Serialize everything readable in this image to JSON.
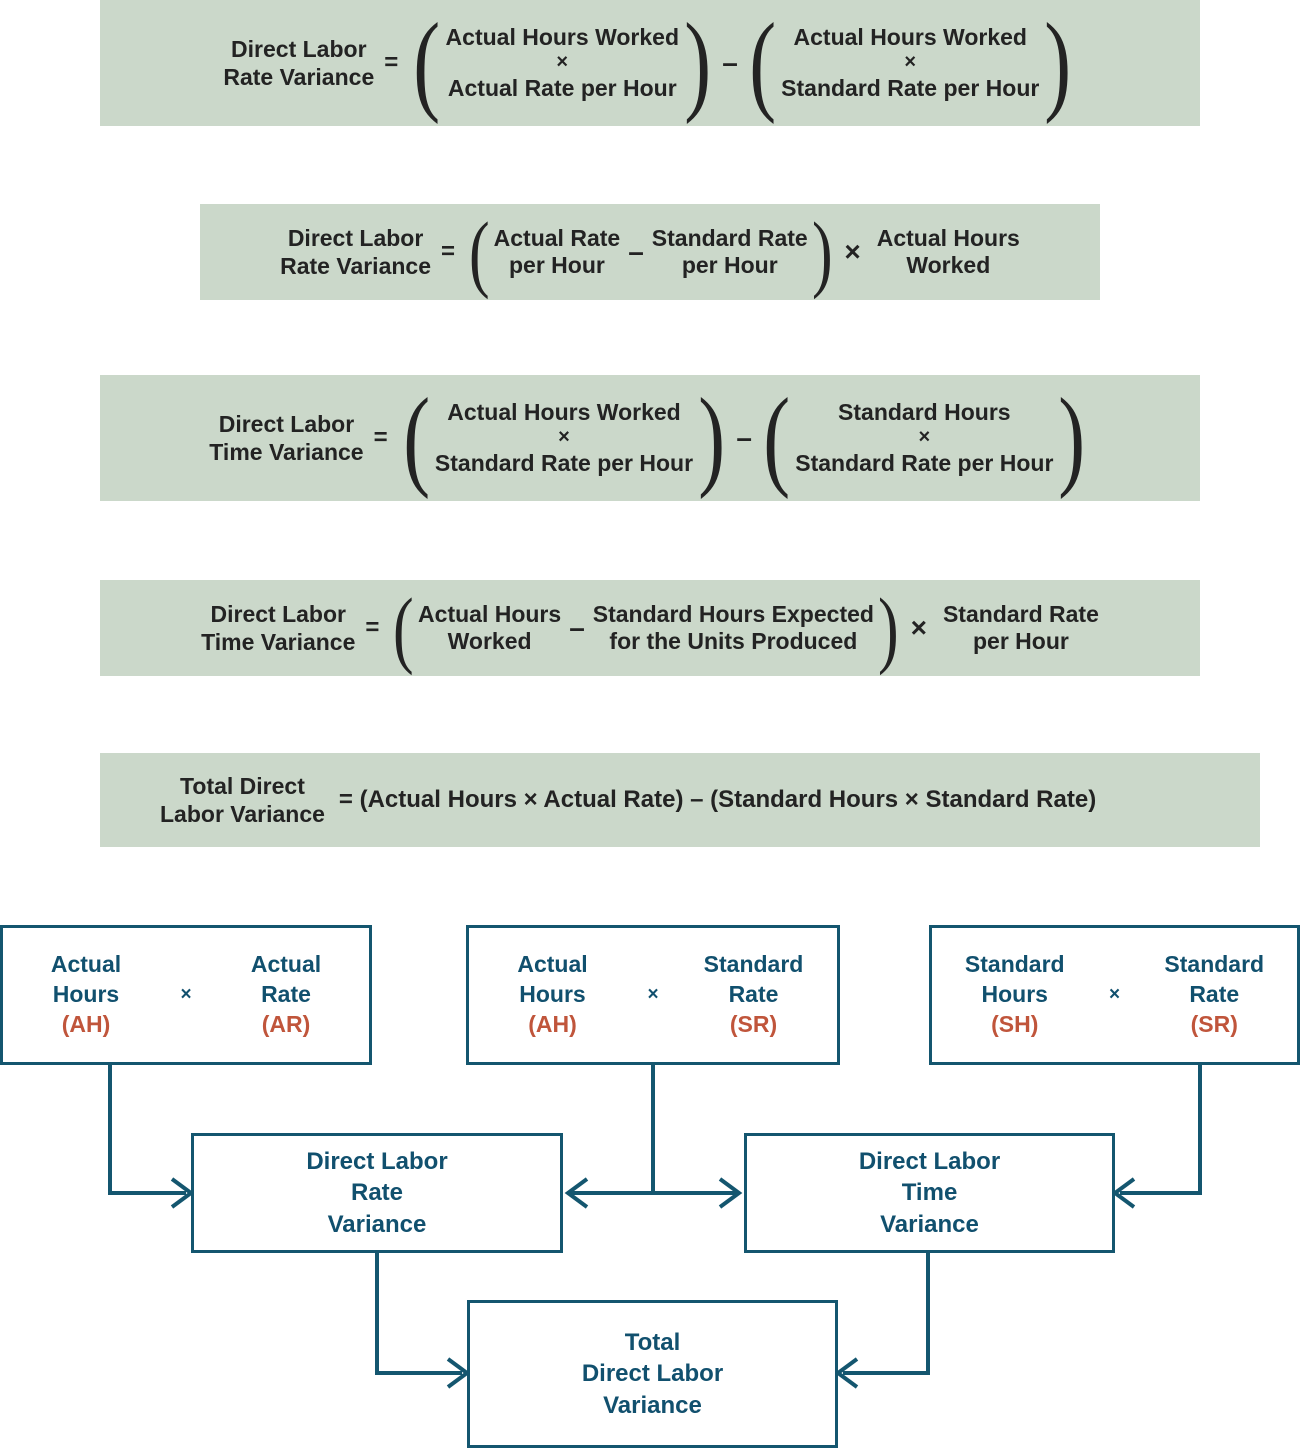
{
  "formulas": [
    {
      "id": "direct-labor-rate-variance-expanded",
      "label": "Direct Labor\nRate Variance",
      "equals": "=",
      "left_group": [
        "Actual Hours Worked",
        "×",
        "Actual Rate per Hour"
      ],
      "operator": "–",
      "right_group": [
        "Actual Hours Worked",
        "×",
        "Standard Rate per Hour"
      ]
    },
    {
      "id": "direct-labor-rate-variance-factored",
      "label": "Direct Labor\nRate Variance",
      "equals": "=",
      "group_left": "Actual Rate\nper Hour",
      "group_operator": "–",
      "group_right": "Standard Rate\nper Hour",
      "multiplier_sign": "×",
      "multiplier": "Actual Hours\nWorked"
    },
    {
      "id": "direct-labor-time-variance-expanded",
      "label": "Direct Labor\nTime Variance",
      "equals": "=",
      "left_group": [
        "Actual Hours Worked",
        "×",
        "Standard Rate per Hour"
      ],
      "operator": "–",
      "right_group": [
        "Standard Hours",
        "×",
        "Standard Rate per Hour"
      ]
    },
    {
      "id": "direct-labor-time-variance-factored",
      "label": "Direct Labor\nTime Variance",
      "equals": "=",
      "group_left": "Actual Hours\nWorked",
      "group_operator": "–",
      "group_right": "Standard Hours Expected\nfor the Units Produced",
      "multiplier_sign": "×",
      "multiplier": "Standard Rate\nper Hour"
    },
    {
      "id": "total-direct-labor-variance",
      "label": "Total Direct\nLabor Variance",
      "expression": "= (Actual Hours × Actual Rate) – (Standard Hours × Standard Rate)"
    }
  ],
  "diagram": {
    "top_nodes": [
      {
        "id": "actual-hours-times-actual-rate",
        "left_factor": "Actual\nHours",
        "left_abbr": "(AH)",
        "operator": "×",
        "right_factor": "Actual\nRate",
        "right_abbr": "(AR)"
      },
      {
        "id": "actual-hours-times-standard-rate",
        "left_factor": "Actual\nHours",
        "left_abbr": "(AH)",
        "operator": "×",
        "right_factor": "Standard\nRate",
        "right_abbr": "(SR)"
      },
      {
        "id": "standard-hours-times-standard-rate",
        "left_factor": "Standard\nHours",
        "left_abbr": "(SH)",
        "operator": "×",
        "right_factor": "Standard\nRate",
        "right_abbr": "(SR)"
      }
    ],
    "middle_nodes": [
      {
        "id": "direct-labor-rate-variance",
        "label": "Direct Labor\nRate\nVariance"
      },
      {
        "id": "direct-labor-time-variance",
        "label": "Direct Labor\nTime\nVariance"
      }
    ],
    "bottom_node": {
      "id": "total-direct-labor-variance",
      "label": "Total\nDirect Labor\nVariance"
    }
  },
  "colors": {
    "formula_background": "#CBD8CA",
    "formula_text": "#232323",
    "diagram_line": "#14566F",
    "diagram_text": "#11506E",
    "abbreviation_text": "#C0553B",
    "page_background": "#FFFFFF"
  }
}
